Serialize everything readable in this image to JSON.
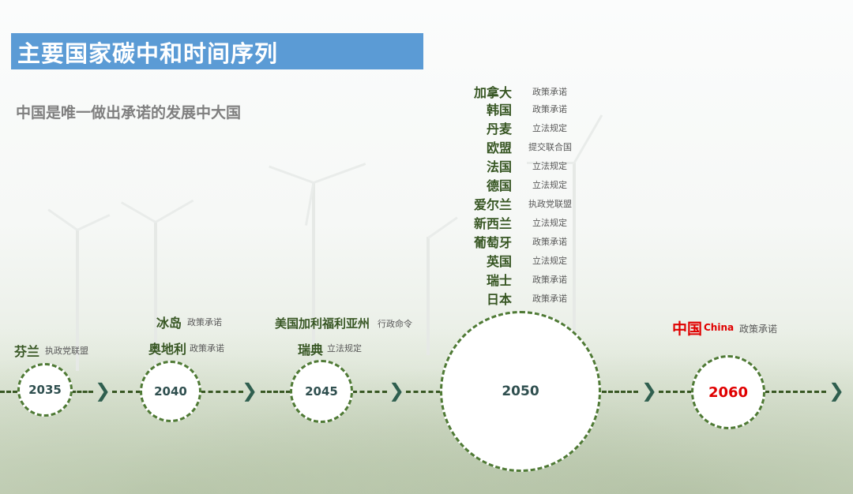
{
  "title": "主要国家碳中和时间序列",
  "subtitle": "中国是唯一做出承诺的发展中大国",
  "years": {
    "y2035": "2035",
    "y2040": "2040",
    "y2045": "2045",
    "y2050": "2050",
    "y2060": "2060"
  },
  "group_2035": [
    {
      "country": "芬兰",
      "note": "执政党联盟"
    }
  ],
  "group_2040": [
    {
      "country": "冰岛",
      "note": "政策承诺"
    },
    {
      "country": "奥地利",
      "note": "政策承诺"
    }
  ],
  "group_2045": [
    {
      "country": "美国加利福利亚州",
      "note": "行政命令"
    },
    {
      "country": "瑞典",
      "note": "立法规定"
    }
  ],
  "group_2050": [
    {
      "country": "加拿大",
      "note": "政策承诺"
    },
    {
      "country": "韩国",
      "note": "政策承诺"
    },
    {
      "country": "丹麦",
      "note": "立法规定"
    },
    {
      "country": "欧盟",
      "note": "提交联合国"
    },
    {
      "country": "法国",
      "note": "立法规定"
    },
    {
      "country": "德国",
      "note": "立法规定"
    },
    {
      "country": "爱尔兰",
      "note": "执政党联盟"
    },
    {
      "country": "新西兰",
      "note": "立法规定"
    },
    {
      "country": "葡萄牙",
      "note": "政策承诺"
    },
    {
      "country": "英国",
      "note": "立法规定"
    },
    {
      "country": "瑞士",
      "note": "政策承诺"
    },
    {
      "country": "日本",
      "note": "政策承诺"
    }
  ],
  "group_2060": {
    "country": "中国",
    "country_en": "China",
    "note": "政策承诺"
  },
  "colors": {
    "title_bar": "#5b9bd5",
    "country_text": "#375623",
    "highlight": "#e00000",
    "circle_border": "#4f7a35"
  }
}
